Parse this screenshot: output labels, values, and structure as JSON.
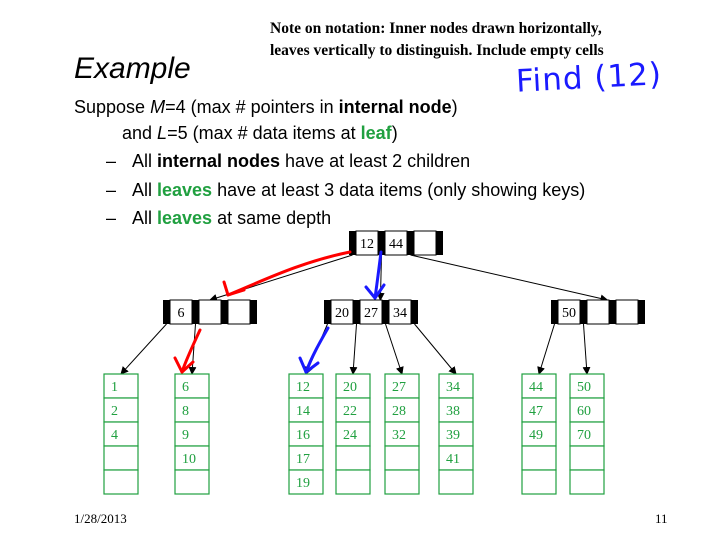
{
  "note": {
    "line1": "Note on notation: Inner nodes drawn horizontally,",
    "line2": "leaves vertically to distinguish.  Include empty cells"
  },
  "title": "Example",
  "handwritten": "Find (12)",
  "text": {
    "l1_a": "Suppose ",
    "l1_b": "M",
    "l1_c": "=4 (max # pointers in ",
    "l1_d": "internal node",
    "l1_e": ")",
    "l2_a": "and ",
    "l2_b": "L",
    "l2_c": "=5 (max # data items at ",
    "l2_d": "leaf",
    "l2_e": ")",
    "b1_a": "All ",
    "b1_b": "internal nodes",
    "b1_c": " have at least 2 children",
    "b2_a": "All ",
    "b2_b": "leaves",
    "b2_c": " have at least 3 data items (only showing keys)",
    "b3_a": "All ",
    "b3_b": "leaves",
    "b3_c": " at same depth",
    "dash": "–"
  },
  "tree": {
    "root": [
      "12",
      "44",
      ""
    ],
    "inner": [
      [
        "6",
        "",
        ""
      ],
      [
        "20",
        "27",
        "34"
      ],
      [
        "50",
        "",
        ""
      ]
    ],
    "leaves": [
      [
        "1",
        "2",
        "4",
        "",
        ""
      ],
      [
        "6",
        "8",
        "9",
        "10",
        ""
      ],
      [
        "12",
        "14",
        "16",
        "17",
        "19"
      ],
      [
        "20",
        "22",
        "24",
        "",
        ""
      ],
      [
        "27",
        "28",
        "32",
        "",
        ""
      ],
      [
        "34",
        "38",
        "39",
        "41",
        ""
      ],
      [
        "44",
        "47",
        "49",
        "",
        ""
      ],
      [
        "50",
        "60",
        "70",
        "",
        ""
      ]
    ]
  },
  "colors": {
    "leaf": "#20a040",
    "blue_ink": "#1a1aff",
    "red_ink": "#ff0000"
  },
  "footer": {
    "date": "1/28/2013",
    "page": "11"
  }
}
